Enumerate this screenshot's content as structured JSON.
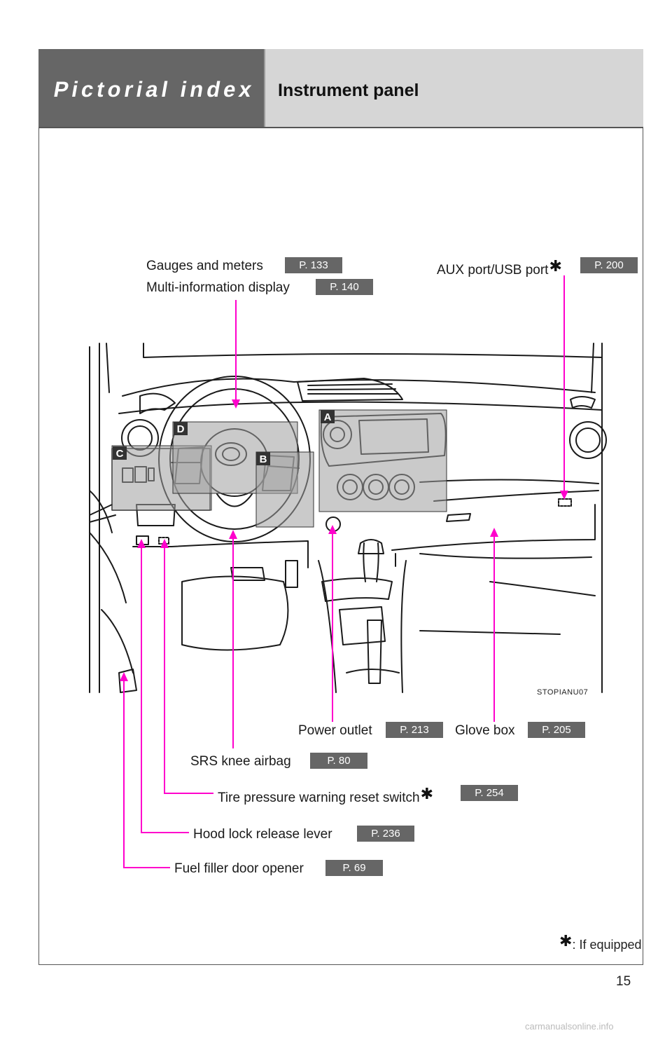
{
  "header": {
    "section_title": "Pictorial index",
    "page_title": "Instrument panel"
  },
  "callouts": {
    "gauges": {
      "label": "Gauges and meters",
      "page": "P. 133"
    },
    "multi_info": {
      "label": "Multi-information display",
      "page": "P. 140"
    },
    "aux": {
      "label": "AUX port/USB port",
      "page": "P. 200"
    },
    "power": {
      "label": "Power outlet",
      "page": "P. 213"
    },
    "glove": {
      "label": "Glove box",
      "page": "P. 205"
    },
    "srs": {
      "label": "SRS knee airbag",
      "page": "P. 80"
    },
    "tire": {
      "label": "Tire pressure warning reset switch",
      "page": "P. 254"
    },
    "hood": {
      "label": "Hood lock release lever",
      "page": "P. 236"
    },
    "fuel": {
      "label": "Fuel filler door opener",
      "page": "P. 69"
    }
  },
  "regions": [
    "A",
    "B",
    "C",
    "D"
  ],
  "figure_code": "STOPIANU07",
  "footnote": {
    "symbol": "✱",
    "text": ":   If equipped"
  },
  "page_number": "15",
  "watermark": "carmanualsonline.info",
  "colors": {
    "leader_line": "#ff00cc",
    "header_dark": "#666666",
    "header_light": "#d6d6d6",
    "region_fill": "#9e9e9e"
  }
}
